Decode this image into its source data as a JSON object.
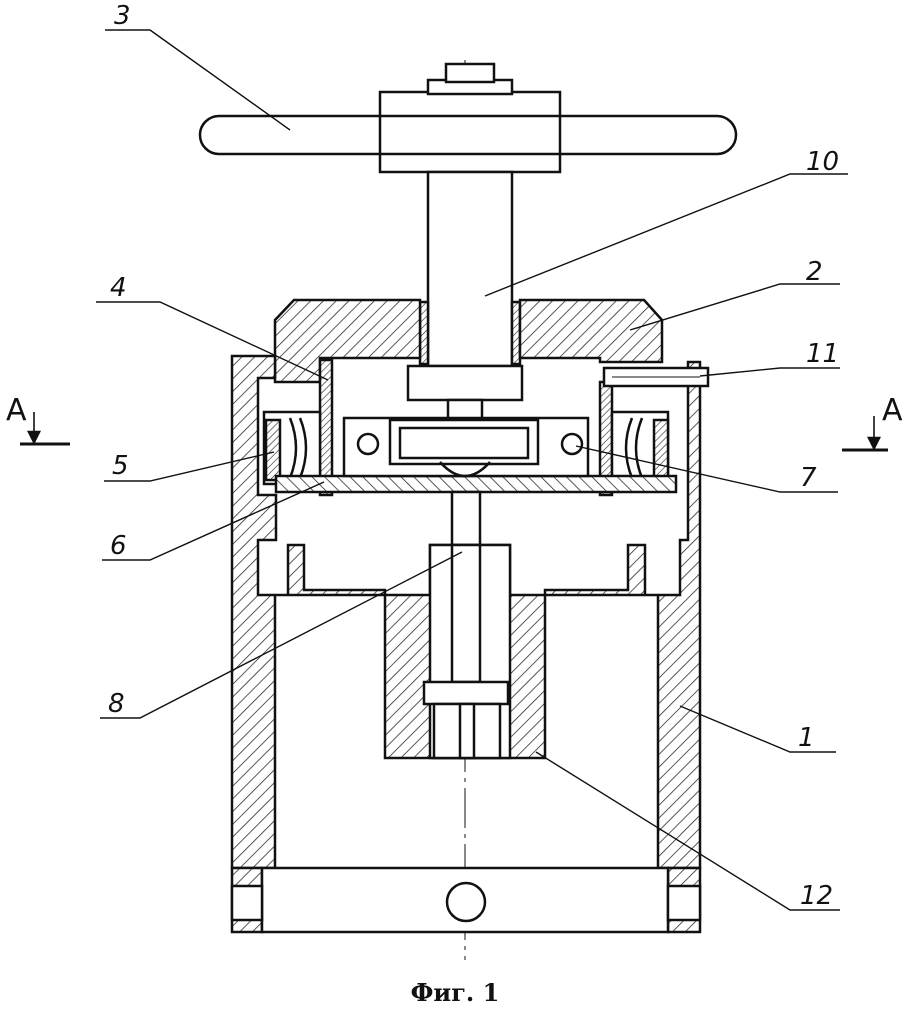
{
  "labels": {
    "l1": "1",
    "l2": "2",
    "l3": "3",
    "l4": "4",
    "l5": "5",
    "l6": "6",
    "l7": "7",
    "l8": "8",
    "l10": "10",
    "l11": "11",
    "l12": "12"
  },
  "section": {
    "left": "A",
    "right": "A"
  },
  "caption": "Фиг. 1"
}
